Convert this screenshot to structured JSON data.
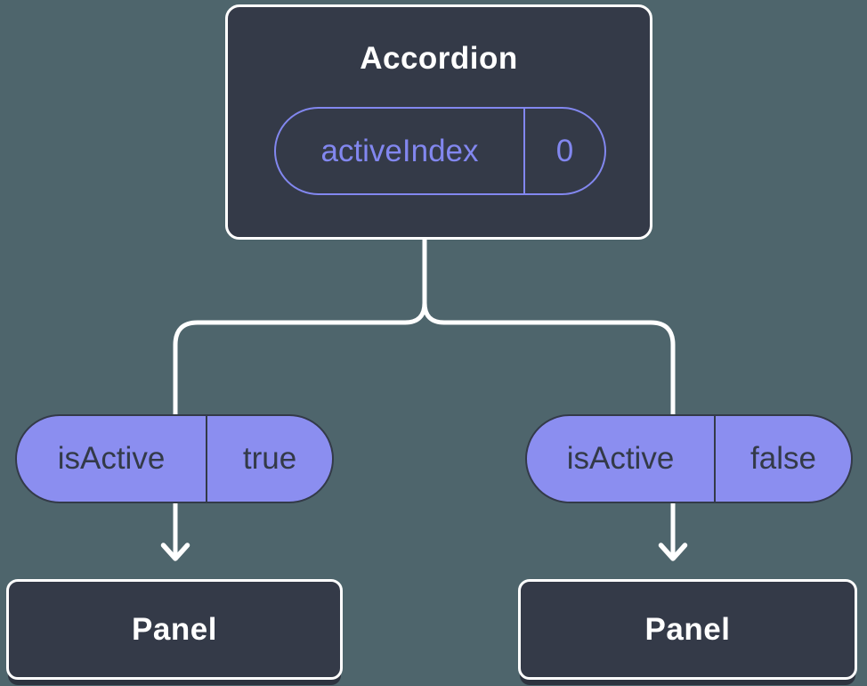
{
  "diagram": {
    "colors": {
      "background": "#4E656C",
      "node_fill": "#343A48",
      "node_border": "#FFFFFF",
      "pill_fill": "#8B8EF0",
      "pill_text": "#333A48",
      "accent_purple": "#8287EF",
      "connector_line": "#FFFFFF"
    },
    "root": {
      "title": "Accordion",
      "state": {
        "name": "activeIndex",
        "value": "0"
      }
    },
    "children": [
      {
        "prop": {
          "name": "isActive",
          "value": "true"
        },
        "node": {
          "title": "Panel"
        }
      },
      {
        "prop": {
          "name": "isActive",
          "value": "false"
        },
        "node": {
          "title": "Panel"
        }
      }
    ]
  }
}
